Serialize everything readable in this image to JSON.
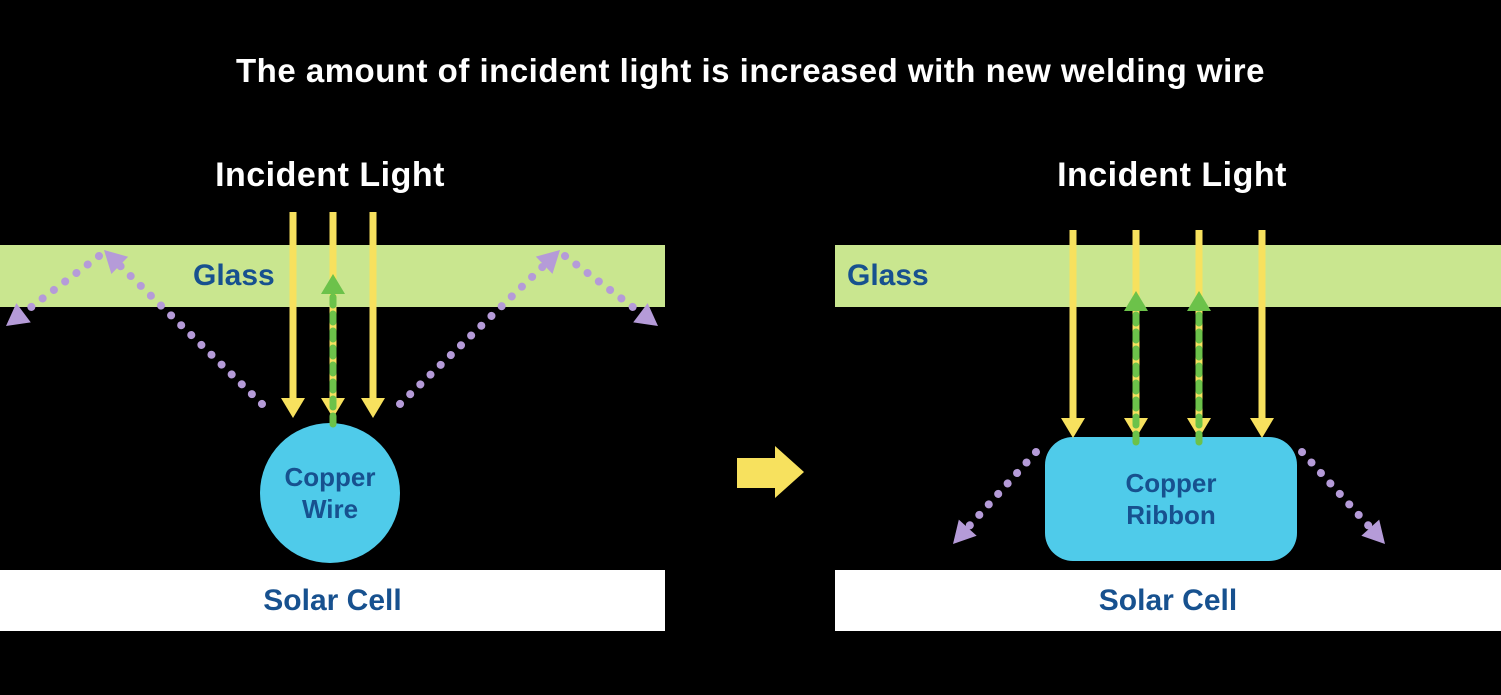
{
  "title": "The amount of incident light is increased with new welding wire",
  "panels": {
    "left": {
      "incident_light": "Incident Light",
      "glass": "Glass",
      "component": {
        "line1": "Copper",
        "line2": "Wire"
      },
      "solar_cell": "Solar Cell"
    },
    "right": {
      "incident_light": "Incident Light",
      "glass": "Glass",
      "component": {
        "line1": "Copper",
        "line2": "Ribbon"
      },
      "solar_cell": "Solar Cell"
    }
  },
  "colors": {
    "background": "#000000",
    "title_text": "#ffffff",
    "glass_fill": "#c9e68f",
    "label_navy": "#17518f",
    "incident_yellow": "#f7e15e",
    "transmitted_green": "#6cc24a",
    "reflected_purple": "#b59bd8",
    "copper_cyan": "#4fcbea",
    "solar_cell_fill": "#ffffff"
  }
}
